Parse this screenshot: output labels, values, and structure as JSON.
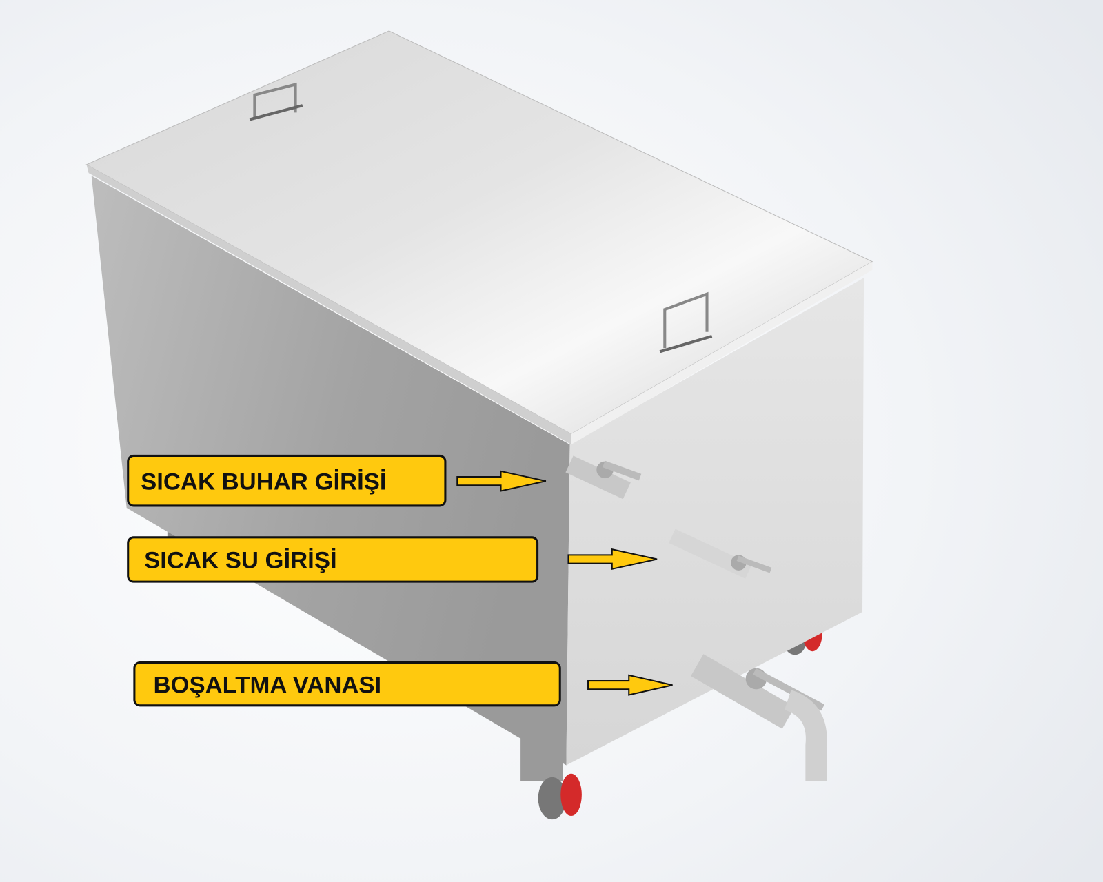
{
  "labels": [
    {
      "text": "SICAK BUHAR GİRİŞİ",
      "target": "steam-inlet-valve"
    },
    {
      "text": "SICAK SU GİRİŞİ",
      "target": "hot-water-inlet-valve"
    },
    {
      "text": "BOŞALTMA VANASI",
      "target": "drain-valve"
    }
  ],
  "colors": {
    "label_fill": "#FFC90E",
    "label_border": "#111111",
    "wheel": "#D42A2A",
    "steel_light": "#E8E8E8",
    "steel_dark": "#A8A8A8"
  }
}
